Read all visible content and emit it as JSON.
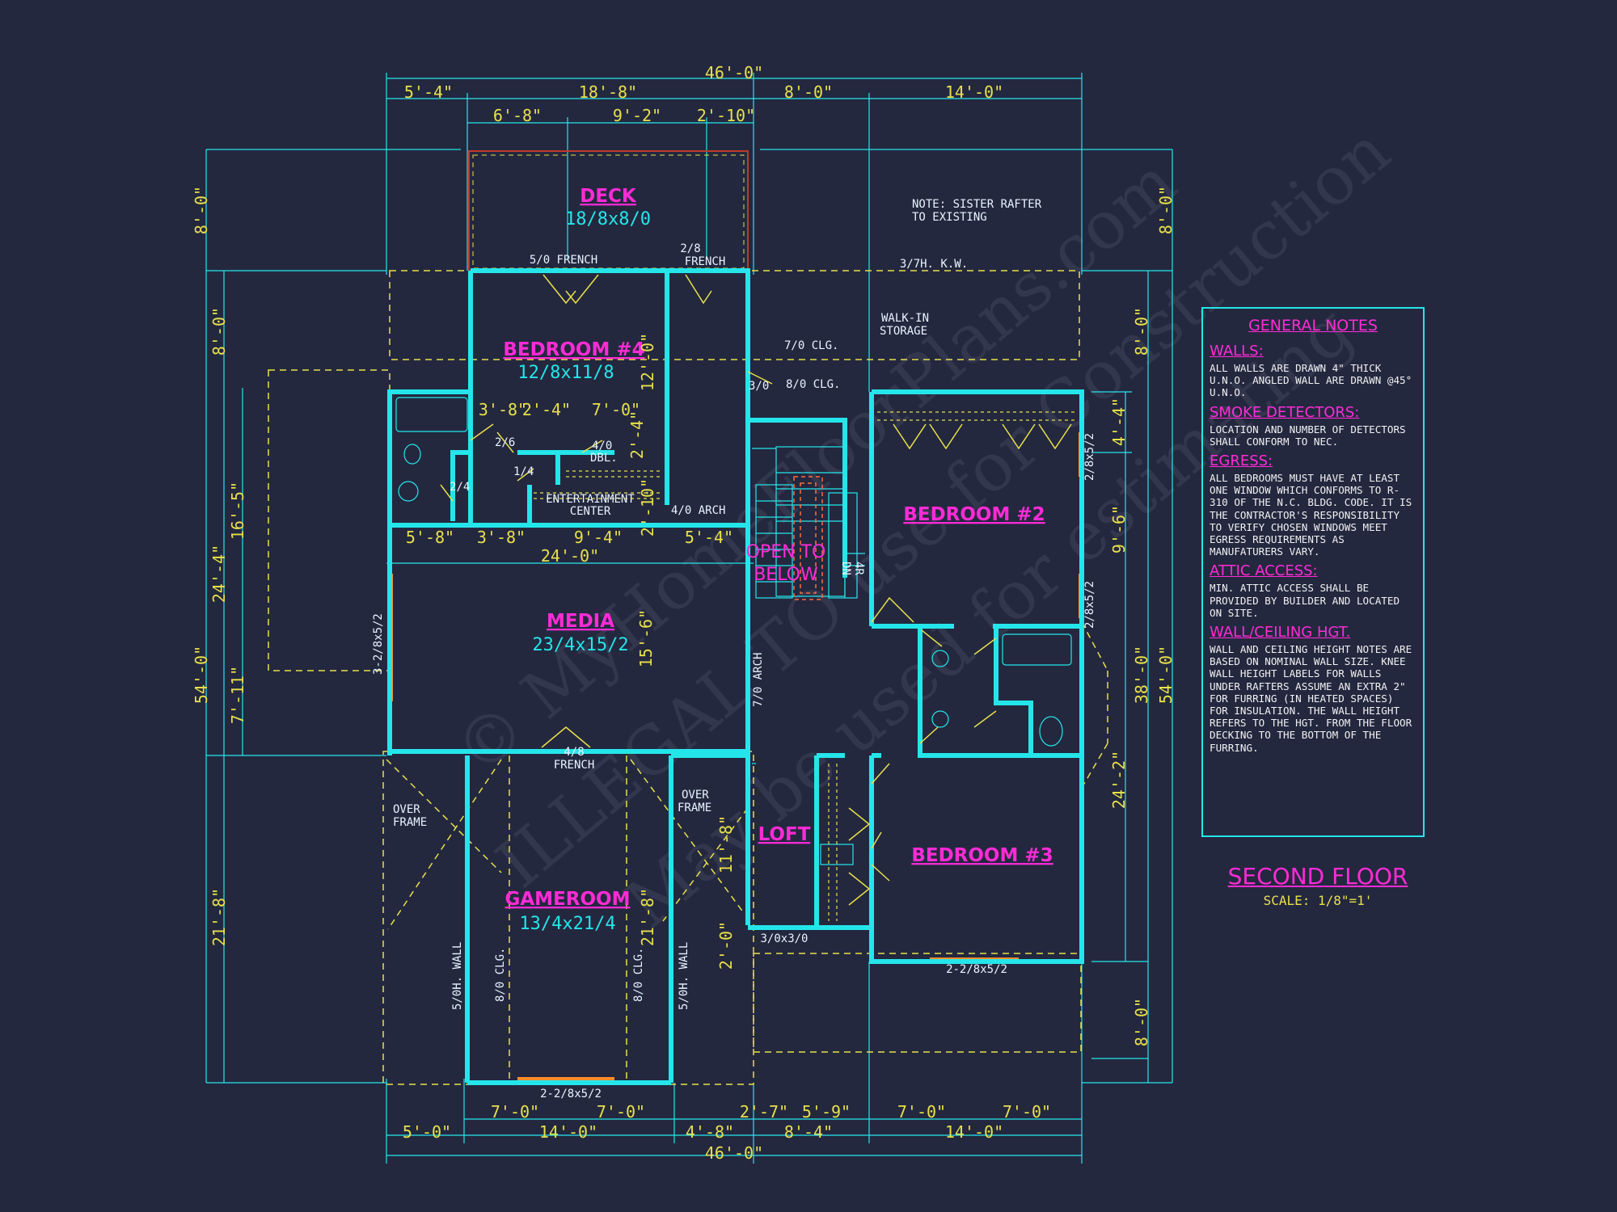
{
  "sheet": {
    "title": "SECOND FLOOR",
    "scale": "SCALE: 1/8\"=1'"
  },
  "colors": {
    "background": "#23283f",
    "walls": "#24e6ea",
    "dimensions": "#e8e04a",
    "room_labels": "#ff2bd6",
    "deck_outline": "#c0392b"
  },
  "rooms": {
    "deck": {
      "name": "DECK",
      "size": "18/8x8/0"
    },
    "bedroom4": {
      "name": "BEDROOM #4",
      "size": "12/8x11/8"
    },
    "bedroom2": {
      "name": "BEDROOM #2"
    },
    "media": {
      "name": "MEDIA",
      "size": "23/4x15/2"
    },
    "gameroom": {
      "name": "GAMEROOM",
      "size": "13/4x21/4"
    },
    "loft": {
      "name": "LOFT"
    },
    "bedroom3": {
      "name": "BEDROOM #3"
    },
    "open_below": {
      "line1": "OPEN TO",
      "line2": "BELOW"
    }
  },
  "labels": {
    "french_5_0": "5/0 FRENCH",
    "french_2_8_a": "2/8",
    "french_2_8_b": "FRENCH",
    "kw": "3/7H. K.W.",
    "rafter_note_1": "NOTE: SISTER RAFTER",
    "rafter_note_2": "TO EXISTING",
    "walkin_1": "WALK-IN",
    "walkin_2": "STORAGE",
    "clg_7": "7/0 CLG.",
    "clg_8": "8/0 CLG.",
    "door_3_0": "3/0",
    "door_2_6": "2/6",
    "door_4_0": "4/0",
    "dbl": "DBL.",
    "door_2_4": "2/4",
    "door_1_4": "1/4",
    "ent_1": "ENTERTAINMENT",
    "ent_2": "CENTER",
    "arch_4_0": "4/0 ARCH",
    "arch_7_0": "7/0 ARCH",
    "dn": "DN",
    "r4": "4R",
    "win_media_left": "3-2/8x5/2",
    "win_bed2_a": "2/8x5/2",
    "win_bed2_b": "2/8x5/2",
    "french_4_8_a": "4/8",
    "french_4_8_b": "FRENCH",
    "over_frame_l1": "OVER",
    "over_frame_l2": "FRAME",
    "over_frame_r1": "OVER",
    "over_frame_r2": "FRAME",
    "wall_5_0_l": "5/0H. WALL",
    "clg_8_l": "8/0 CLG.",
    "clg_8_r": "8/0 CLG.",
    "wall_5_0_r": "5/0H. WALL",
    "win_game": "2-2/8x5/2",
    "win_loft": "3/0x3/0",
    "win_bed3": "2-2/8x5/2"
  },
  "dimensions": {
    "top_total": "46'-0\"",
    "top_row1": [
      "5'-4\"",
      "18'-8\"",
      "8'-0\"",
      "14'-0\""
    ],
    "top_row2": [
      "6'-8\"",
      "9'-2\"",
      "2'-10\""
    ],
    "bottom_total": "46'-0\"",
    "bottom_row1": [
      "7'-0\"",
      "7'-0\"",
      "2'-7\"",
      "5'-9\"",
      "7'-0\"",
      "7'-0\""
    ],
    "bottom_row2": [
      "5'-0\"",
      "14'-0\"",
      "4'-8\"",
      "8'-4\"",
      "14'-0\""
    ],
    "left_outer": [
      "8'-0\"",
      "54'-0\""
    ],
    "left_mid": [
      "8'-0\"",
      "24'-4\"",
      "21'-8\""
    ],
    "left_inner": [
      "16'-5\"",
      "7'-11\""
    ],
    "right_outer": [
      "8'-0\"",
      "54'-0\""
    ],
    "right_mid": [
      "8'-0\"",
      "38'-0\"",
      "8'-0\""
    ],
    "right_inner": [
      "4'-4\"",
      "9'-6\"",
      "24'-2\""
    ],
    "interior_bed4_row": [
      "3'-8\"",
      "2'-4\"",
      "7'-0\""
    ],
    "interior_media_row": [
      "5'-8\"",
      "3'-8\"",
      "9'-4\"",
      "5'-4\""
    ],
    "media_width": "24'-0\"",
    "bed4_height": "12'-0\"",
    "closet_2_4": "2'-4\"",
    "closet_2_10": "2'-10\"",
    "media_height": "15'-6\"",
    "game_height": "21'-8\"",
    "loft_height": "11'-8\"",
    "loft_low": "2'-0\""
  },
  "notes": {
    "title": "GENERAL NOTES",
    "sections": [
      {
        "heading": "WALLS:",
        "body": "ALL WALLS ARE DRAWN 4\" THICK U.N.O. ANGLED WALL ARE DRAWN @45° U.N.O."
      },
      {
        "heading": "SMOKE DETECTORS:",
        "body": "LOCATION AND NUMBER OF DETECTORS SHALL CONFORM TO NEC."
      },
      {
        "heading": "EGRESS:",
        "body": "ALL BEDROOMS MUST HAVE AT LEAST ONE WINDOW WHICH CONFORMS TO R-310 OF THE N.C. BLDG. CODE. IT IS THE CONTRACTOR'S RESPONSIBILITY TO VERIFY CHOSEN WINDOWS MEET EGRESS REQUIREMENTS AS MANUFATURERS VARY."
      },
      {
        "heading": "ATTIC ACCESS:",
        "body": "MIN. ATTIC ACCESS SHALL BE PROVIDED BY BUILDER AND LOCATED ON SITE."
      },
      {
        "heading": "WALL/CEILING HGT.",
        "body": "WALL AND CEILING HEIGHT NOTES ARE BASED ON NOMINAL WALL SIZE. KNEE WALL HEIGHT LABELS FOR WALLS UNDER RAFTERS ASSUME AN EXTRA 2\" FOR FURRING (IN HEATED SPACES) FOR INSULATION. THE WALL HEIGHT REFERS TO THE HGT. FROM THE FLOOR DECKING TO THE BOTTOM OF THE FURRING."
      }
    ]
  },
  "watermark": {
    "line1": "© MyHomeFloorPlans.com",
    "line2": "ILLEGAL TO use for Construction",
    "line3": "May be used for estimating"
  }
}
